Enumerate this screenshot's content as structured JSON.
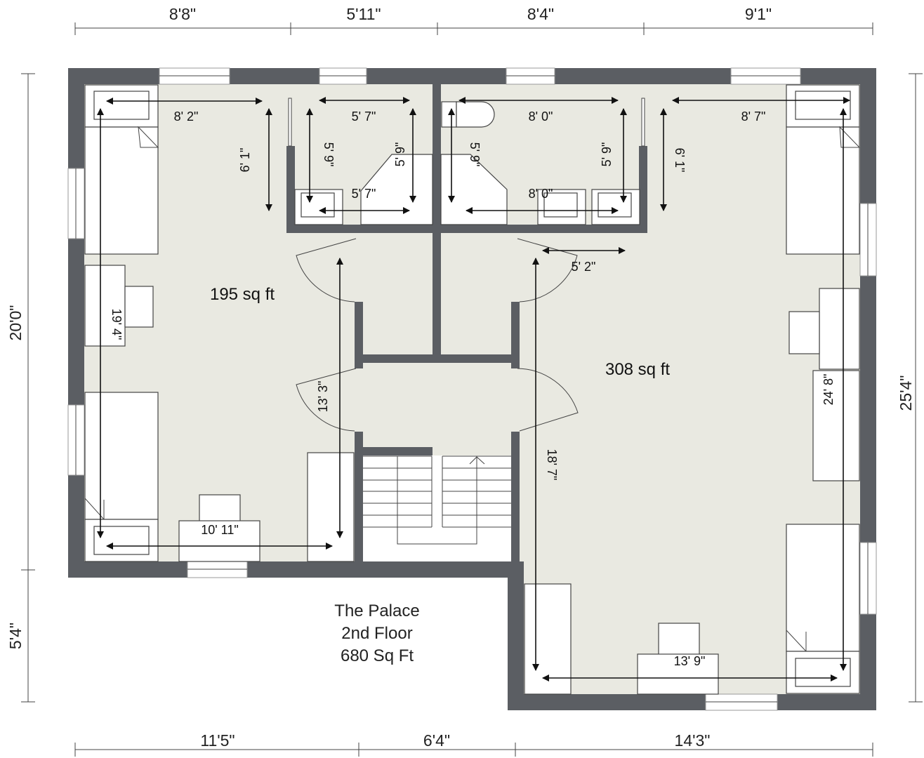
{
  "plan": {
    "title": "The Palace",
    "floor": "2nd Floor",
    "area": "680 Sq Ft",
    "colors": {
      "wall": "#5b5e63",
      "floor": "#e9e9e1"
    }
  },
  "exterior_dims": {
    "top": [
      "8'8\"",
      "5'11\"",
      "8'4\"",
      "9'1\""
    ],
    "bottom": [
      "11'5\"",
      "6'4\"",
      "14'3\""
    ],
    "left": [
      "20'0\"",
      "5'4\""
    ],
    "right": [
      "25'4\""
    ]
  },
  "rooms": {
    "left_bedroom_area": "195 sq ft",
    "right_bedroom_area": "308 sq ft"
  },
  "interior_dims": {
    "left_top_width": "8' 2\"",
    "left_closet_height": "6' 1\"",
    "bath1_width": "5' 7\"",
    "bath1_height": "5' 9\"",
    "bath1_height_b": "5' 9\"",
    "bath1_width_b": "5' 7\"",
    "bath2_height_b": "5' 9\"",
    "bath2_width": "8' 0\"",
    "bath2_width_b": "8' 0\"",
    "bath2_height": "5' 9\"",
    "right_closet_height": "6' 1\"",
    "right_top_width": "8' 7\"",
    "door_width": "5' 2\"",
    "left_height": "19' 4\"",
    "hall_height": "13' 3\"",
    "left_bottom_width": "10' 11\"",
    "right_height": "18' 7\"",
    "right_full_height": "24' 8\"",
    "right_bottom_width": "13' 9\""
  }
}
